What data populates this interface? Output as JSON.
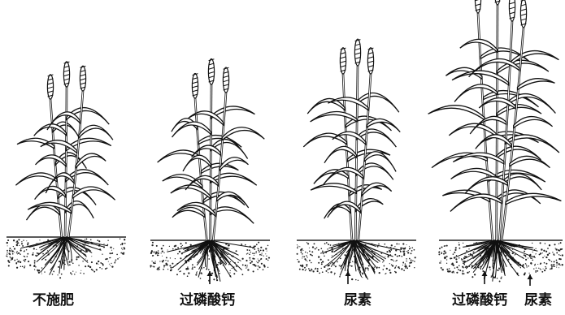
{
  "panels": [
    {
      "labels": [
        "不施肥"
      ]
    },
    {
      "labels": [
        "过磷酸钙"
      ]
    },
    {
      "labels": [
        "尿素"
      ]
    },
    {
      "labels": [
        "过磷酸钙",
        "尿素"
      ]
    }
  ]
}
